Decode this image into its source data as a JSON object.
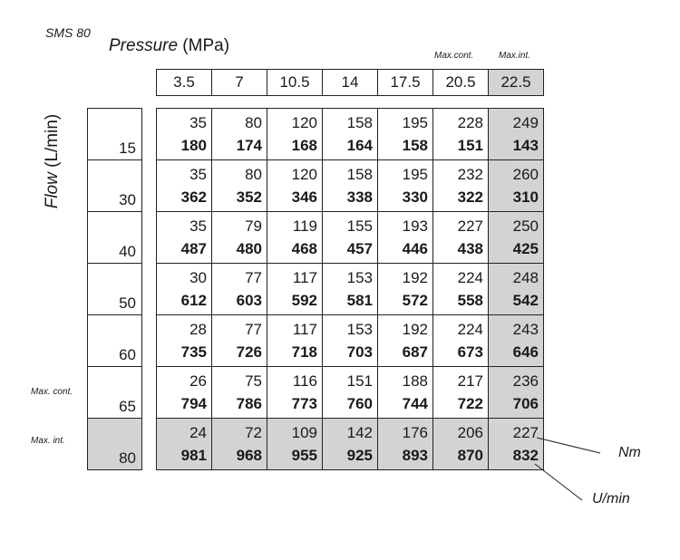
{
  "model": "SMS  80",
  "pressure_title": {
    "italic": "Pressure",
    "unit": " (MPa)"
  },
  "flow_title": {
    "italic": "Flow",
    "unit": " (L/min)"
  },
  "pressure_max_cont_label": "Max.cont.",
  "pressure_max_int_label": "Max.int.",
  "row_max_cont_label": "Max. cont.",
  "row_max_int_label": "Max. int.",
  "unit_torque": "Nm",
  "unit_speed": "U/min",
  "pressures": [
    "3.5",
    "7",
    "10.5",
    "14",
    "17.5",
    "20.5",
    "22.5"
  ],
  "rows": [
    {
      "flow": "15",
      "torque": [
        "35",
        "80",
        "120",
        "158",
        "195",
        "228",
        "249"
      ],
      "speed": [
        "180",
        "174",
        "168",
        "164",
        "158",
        "151",
        "143"
      ]
    },
    {
      "flow": "30",
      "torque": [
        "35",
        "80",
        "120",
        "158",
        "195",
        "232",
        "260"
      ],
      "speed": [
        "362",
        "352",
        "346",
        "338",
        "330",
        "322",
        "310"
      ]
    },
    {
      "flow": "40",
      "torque": [
        "35",
        "79",
        "119",
        "155",
        "193",
        "227",
        "250"
      ],
      "speed": [
        "487",
        "480",
        "468",
        "457",
        "446",
        "438",
        "425"
      ]
    },
    {
      "flow": "50",
      "torque": [
        "30",
        "77",
        "117",
        "153",
        "192",
        "224",
        "248"
      ],
      "speed": [
        "612",
        "603",
        "592",
        "581",
        "572",
        "558",
        "542"
      ]
    },
    {
      "flow": "60",
      "torque": [
        "28",
        "77",
        "117",
        "153",
        "192",
        "224",
        "243"
      ],
      "speed": [
        "735",
        "726",
        "718",
        "703",
        "687",
        "673",
        "646"
      ]
    },
    {
      "flow": "65",
      "torque": [
        "26",
        "75",
        "116",
        "151",
        "188",
        "217",
        "236"
      ],
      "speed": [
        "794",
        "786",
        "773",
        "760",
        "744",
        "722",
        "706"
      ]
    },
    {
      "flow": "80",
      "torque": [
        "24",
        "72",
        "109",
        "142",
        "176",
        "206",
        "227"
      ],
      "speed": [
        "981",
        "968",
        "955",
        "925",
        "893",
        "870",
        "832"
      ]
    }
  ]
}
